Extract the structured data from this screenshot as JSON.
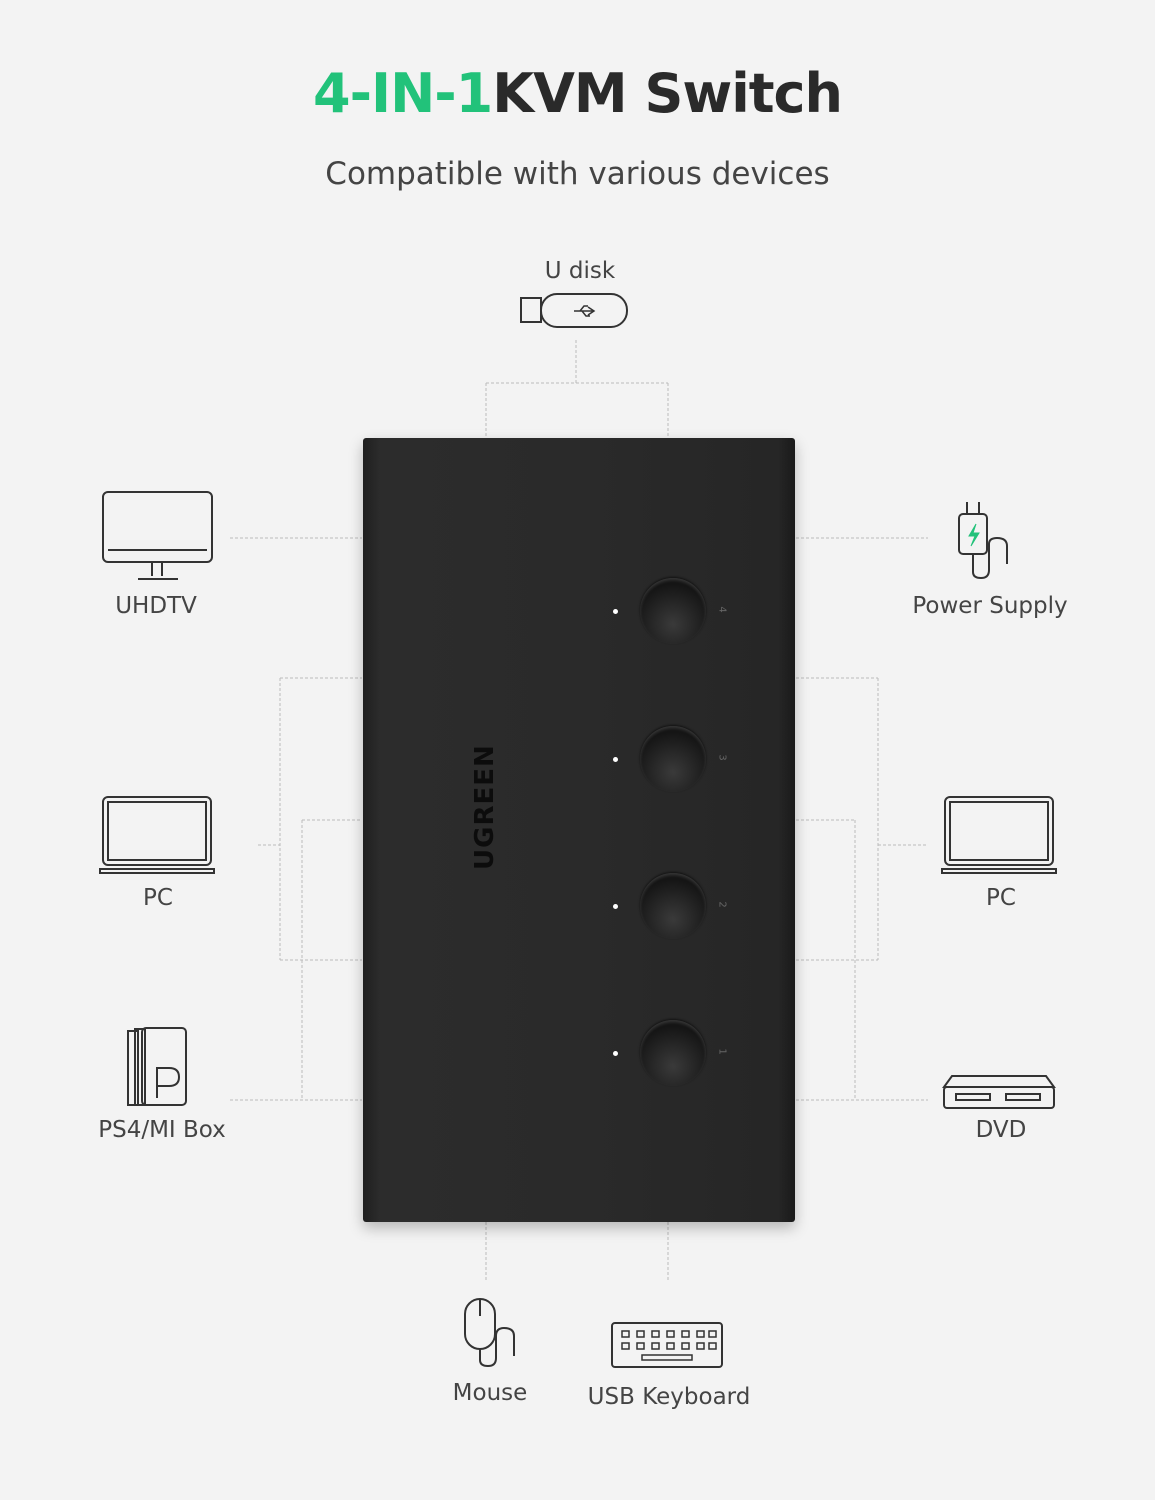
{
  "header": {
    "title_accent": "4-IN-1",
    "title_main": "KVM Switch",
    "subtitle": "Compatible with various devices"
  },
  "colors": {
    "accent": "#22c27a",
    "device": "#2a2a2a",
    "background": "#f3f3f3"
  },
  "device": {
    "brand": "UGREEN",
    "buttons": [
      "4",
      "3",
      "2",
      "1"
    ]
  },
  "peripherals": {
    "top": {
      "label": "U disk",
      "icon": "usb-drive-icon"
    },
    "left": [
      {
        "label": "UHDTV",
        "icon": "monitor-icon"
      },
      {
        "label": "PC",
        "icon": "laptop-icon"
      },
      {
        "label": "PS4/MI Box",
        "icon": "game-console-icon"
      }
    ],
    "right": [
      {
        "label": "Power Supply",
        "icon": "power-adapter-icon"
      },
      {
        "label": "PC",
        "icon": "laptop-icon"
      },
      {
        "label": "DVD",
        "icon": "dvd-player-icon"
      }
    ],
    "bottom": [
      {
        "label": "Mouse",
        "icon": "mouse-icon"
      },
      {
        "label": "USB Keyboard",
        "icon": "keyboard-icon"
      }
    ]
  }
}
